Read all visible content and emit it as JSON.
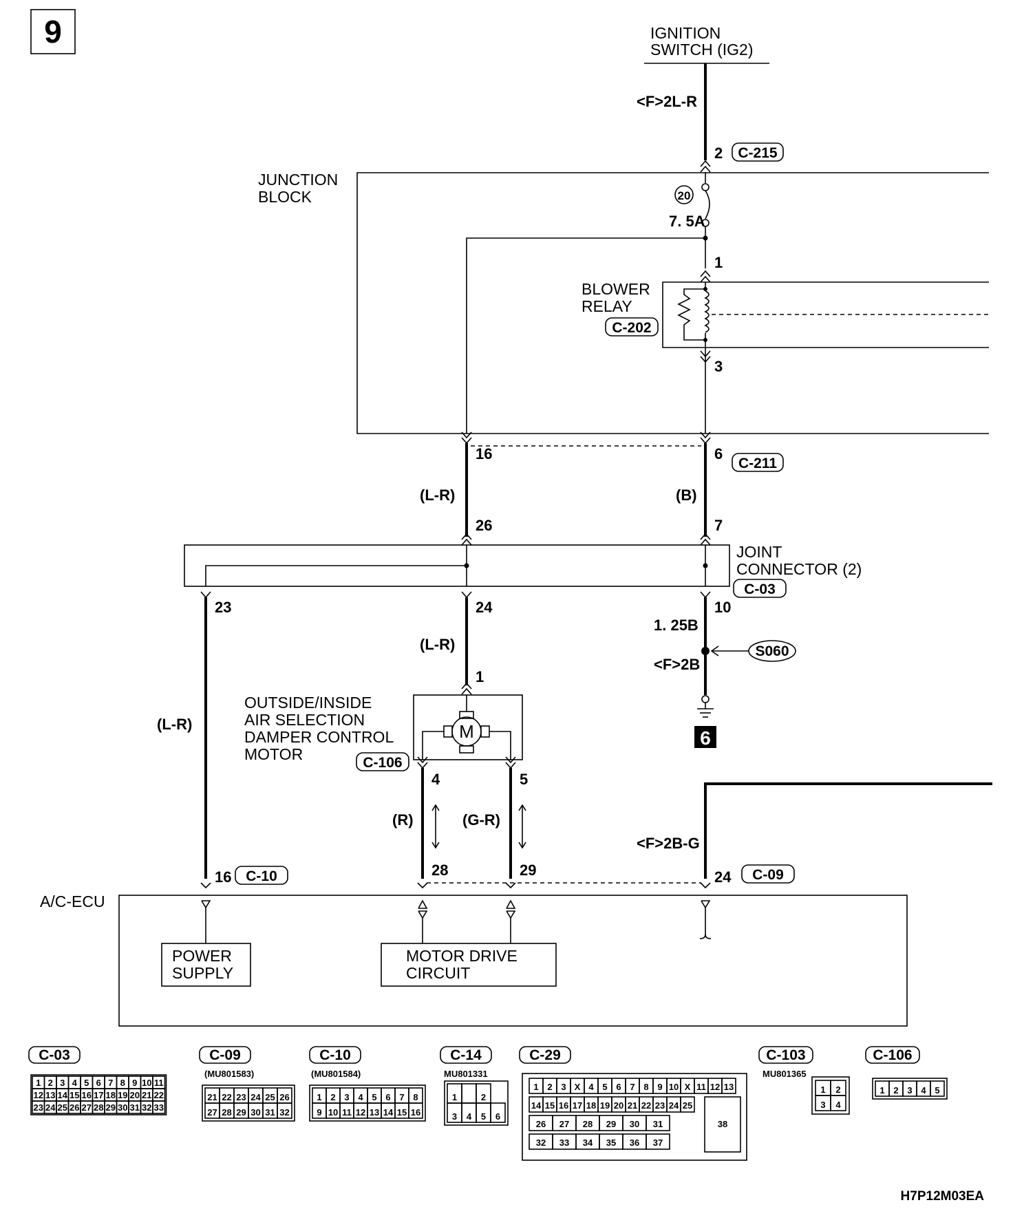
{
  "page_number": "9",
  "ignition_switch": {
    "line1": "IGNITION",
    "line2": "SWITCH (IG2)"
  },
  "wires": {
    "ig_wire": "<F>2L-R",
    "left_upper": "(L-R)",
    "right_upper": "(B)",
    "left_mid": "(L-R)",
    "ground_size": "1. 25B",
    "ground_wire": "<F>2B",
    "far_left": "(L-R)",
    "motor_left": "(R)",
    "motor_right": "(G-R)",
    "ecu_wire": "<F>2B-G"
  },
  "connectors": {
    "c215": "C-215",
    "c211": "C-211",
    "c202": "C-202",
    "c03": "C-03",
    "c106": "C-106",
    "c10": "C-10",
    "c09": "C-09",
    "s060": "S060"
  },
  "junction_block": {
    "line1": "JUNCTION",
    "line2": "BLOCK"
  },
  "fuse": {
    "number": "20",
    "rating": "7. 5A"
  },
  "blower_relay": {
    "line1": "BLOWER",
    "line2": "RELAY"
  },
  "joint_connector": {
    "line1": "JOINT",
    "line2": "CONNECTOR (2)"
  },
  "motor": {
    "line1": "OUTSIDE/INSIDE",
    "line2": "AIR SELECTION",
    "line3": "DAMPER CONTROL",
    "line4": "MOTOR",
    "symbol": "M"
  },
  "ground_number": "6",
  "pins": {
    "p2": "2",
    "p1_relay": "1",
    "p3_relay": "3",
    "p16_top": "16",
    "p6": "6",
    "p26": "26",
    "p7": "7",
    "p23": "23",
    "p24": "24",
    "p10": "10",
    "p1_motor": "1",
    "p4": "4",
    "p5": "5",
    "p16_ecu": "16",
    "p28": "28",
    "p29": "29",
    "p24_ecu": "24"
  },
  "ecu": {
    "label": "A/C-ECU",
    "power_supply": {
      "line1": "POWER",
      "line2": "SUPPLY"
    },
    "motor_drive": {
      "line1": "MOTOR DRIVE",
      "line2": "CIRCUIT"
    }
  },
  "connector_views": {
    "c03": {
      "tag": "C-03",
      "rows": [
        [
          "1",
          "2",
          "3",
          "4",
          "5",
          "6",
          "7",
          "8",
          "9",
          "10",
          "11"
        ],
        [
          "12",
          "13",
          "14",
          "15",
          "16",
          "17",
          "18",
          "19",
          "20",
          "21",
          "22"
        ],
        [
          "23",
          "24",
          "25",
          "26",
          "27",
          "28",
          "29",
          "30",
          "31",
          "32",
          "33"
        ]
      ]
    },
    "c09": {
      "tag": "C-09",
      "part": "(MU801583)",
      "rows": [
        [
          "21",
          "22",
          "23",
          "24",
          "25",
          "26"
        ],
        [
          "27",
          "28",
          "29",
          "30",
          "31",
          "32"
        ]
      ]
    },
    "c10": {
      "tag": "C-10",
      "part": "(MU801584)",
      "rows": [
        [
          "1",
          "2",
          "3",
          "4",
          "5",
          "6",
          "7",
          "8"
        ],
        [
          "9",
          "10",
          "11",
          "12",
          "13",
          "14",
          "15",
          "16"
        ]
      ]
    },
    "c14": {
      "tag": "C-14",
      "part": "MU801331",
      "rows": [
        [
          "1",
          "",
          "2"
        ],
        [
          "3",
          "4",
          "5",
          "6"
        ]
      ]
    },
    "c29": {
      "tag": "C-29",
      "rows": [
        [
          "1",
          "2",
          "3",
          "X",
          "4",
          "5",
          "6",
          "7",
          "8",
          "9",
          "10",
          "X",
          "11",
          "12",
          "13"
        ],
        [
          "14",
          "15",
          "16",
          "17",
          "18",
          "19",
          "20",
          "21",
          "22",
          "23",
          "24",
          "25"
        ],
        [
          "26",
          "27",
          "28",
          "29",
          "30",
          "31"
        ],
        [
          "32",
          "33",
          "34",
          "35",
          "36",
          "37"
        ]
      ],
      "big_pin": "38"
    },
    "c103": {
      "tag": "C-103",
      "part": "MU801365",
      "rows": [
        [
          "1",
          "2"
        ],
        [
          "3",
          "4"
        ]
      ]
    },
    "c106": {
      "tag": "C-106",
      "rows": [
        [
          "1",
          "2",
          "3",
          "4",
          "5"
        ]
      ]
    }
  },
  "footer_code": "H7P12M03EA"
}
